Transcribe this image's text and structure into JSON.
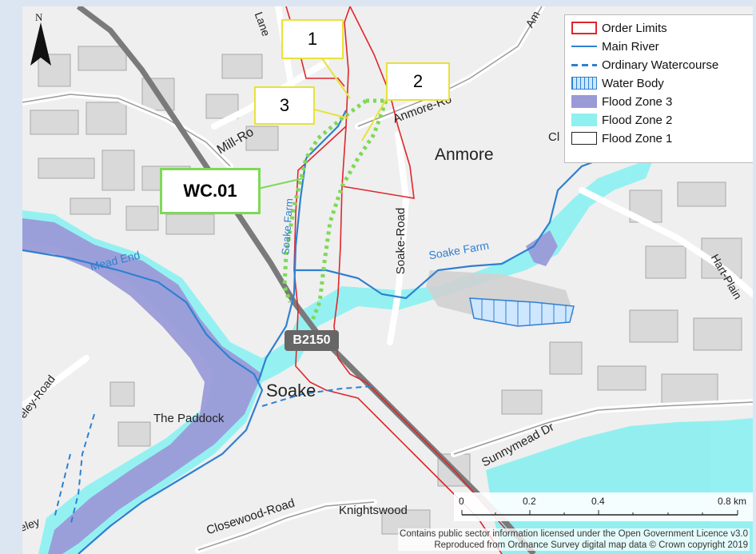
{
  "map": {
    "north_label": "N",
    "place_labels": {
      "anmore": "Anmore",
      "soake": "Soake",
      "the_paddock": "The Paddock",
      "knightswood": "Knightswood",
      "cl": "Cl"
    },
    "road_labels": {
      "mill_road": "Mill-Ro",
      "anmore_road": "Anmore-Ro",
      "soake_road": "Soake-Road",
      "sunnymead_dr": "Sunnymead Dr",
      "closewood_road": "Closewood-Road",
      "hart_plain": "Hart-Plain",
      "lane": "Lane",
      "eley_road": "eley-Road",
      "eley_bottom": "eley",
      "am": "Am"
    },
    "water_labels": {
      "soake_farm_stream": "Soake Farm",
      "soake_farm_vertical": "Soake Farm",
      "mead_end": "Mead End"
    },
    "road_badge": "B2150",
    "callouts": {
      "one": "1",
      "two": "2",
      "three": "3",
      "wc": "WC.01"
    }
  },
  "legend": {
    "items": [
      {
        "label": "Order Limits",
        "type": "order-limits",
        "color": "#e0262b"
      },
      {
        "label": "Main River",
        "type": "main-river",
        "color": "#2f80d0"
      },
      {
        "label": "Ordinary Watercourse",
        "type": "ordinary-watercourse",
        "color": "#2f80d0"
      },
      {
        "label": "Water Body",
        "type": "water-body",
        "color": "#2f80d0"
      },
      {
        "label": "Flood Zone 3",
        "type": "flood-zone-3",
        "color": "#9a9ad8"
      },
      {
        "label": "Flood Zone 2",
        "type": "flood-zone-2",
        "color": "#8ff0f0"
      },
      {
        "label": "Flood Zone 1",
        "type": "flood-zone-1",
        "color": "#ffffff"
      }
    ]
  },
  "scalebar": {
    "ticks": [
      "0",
      "0.2",
      "0.4",
      "0.8 km"
    ]
  },
  "attribution": {
    "line1": "Contains public sector information licensed under the Open Government Licence v3.0",
    "line2": "Reproduced from Ordnance Survey digital map data © Crown copyright 2019"
  }
}
